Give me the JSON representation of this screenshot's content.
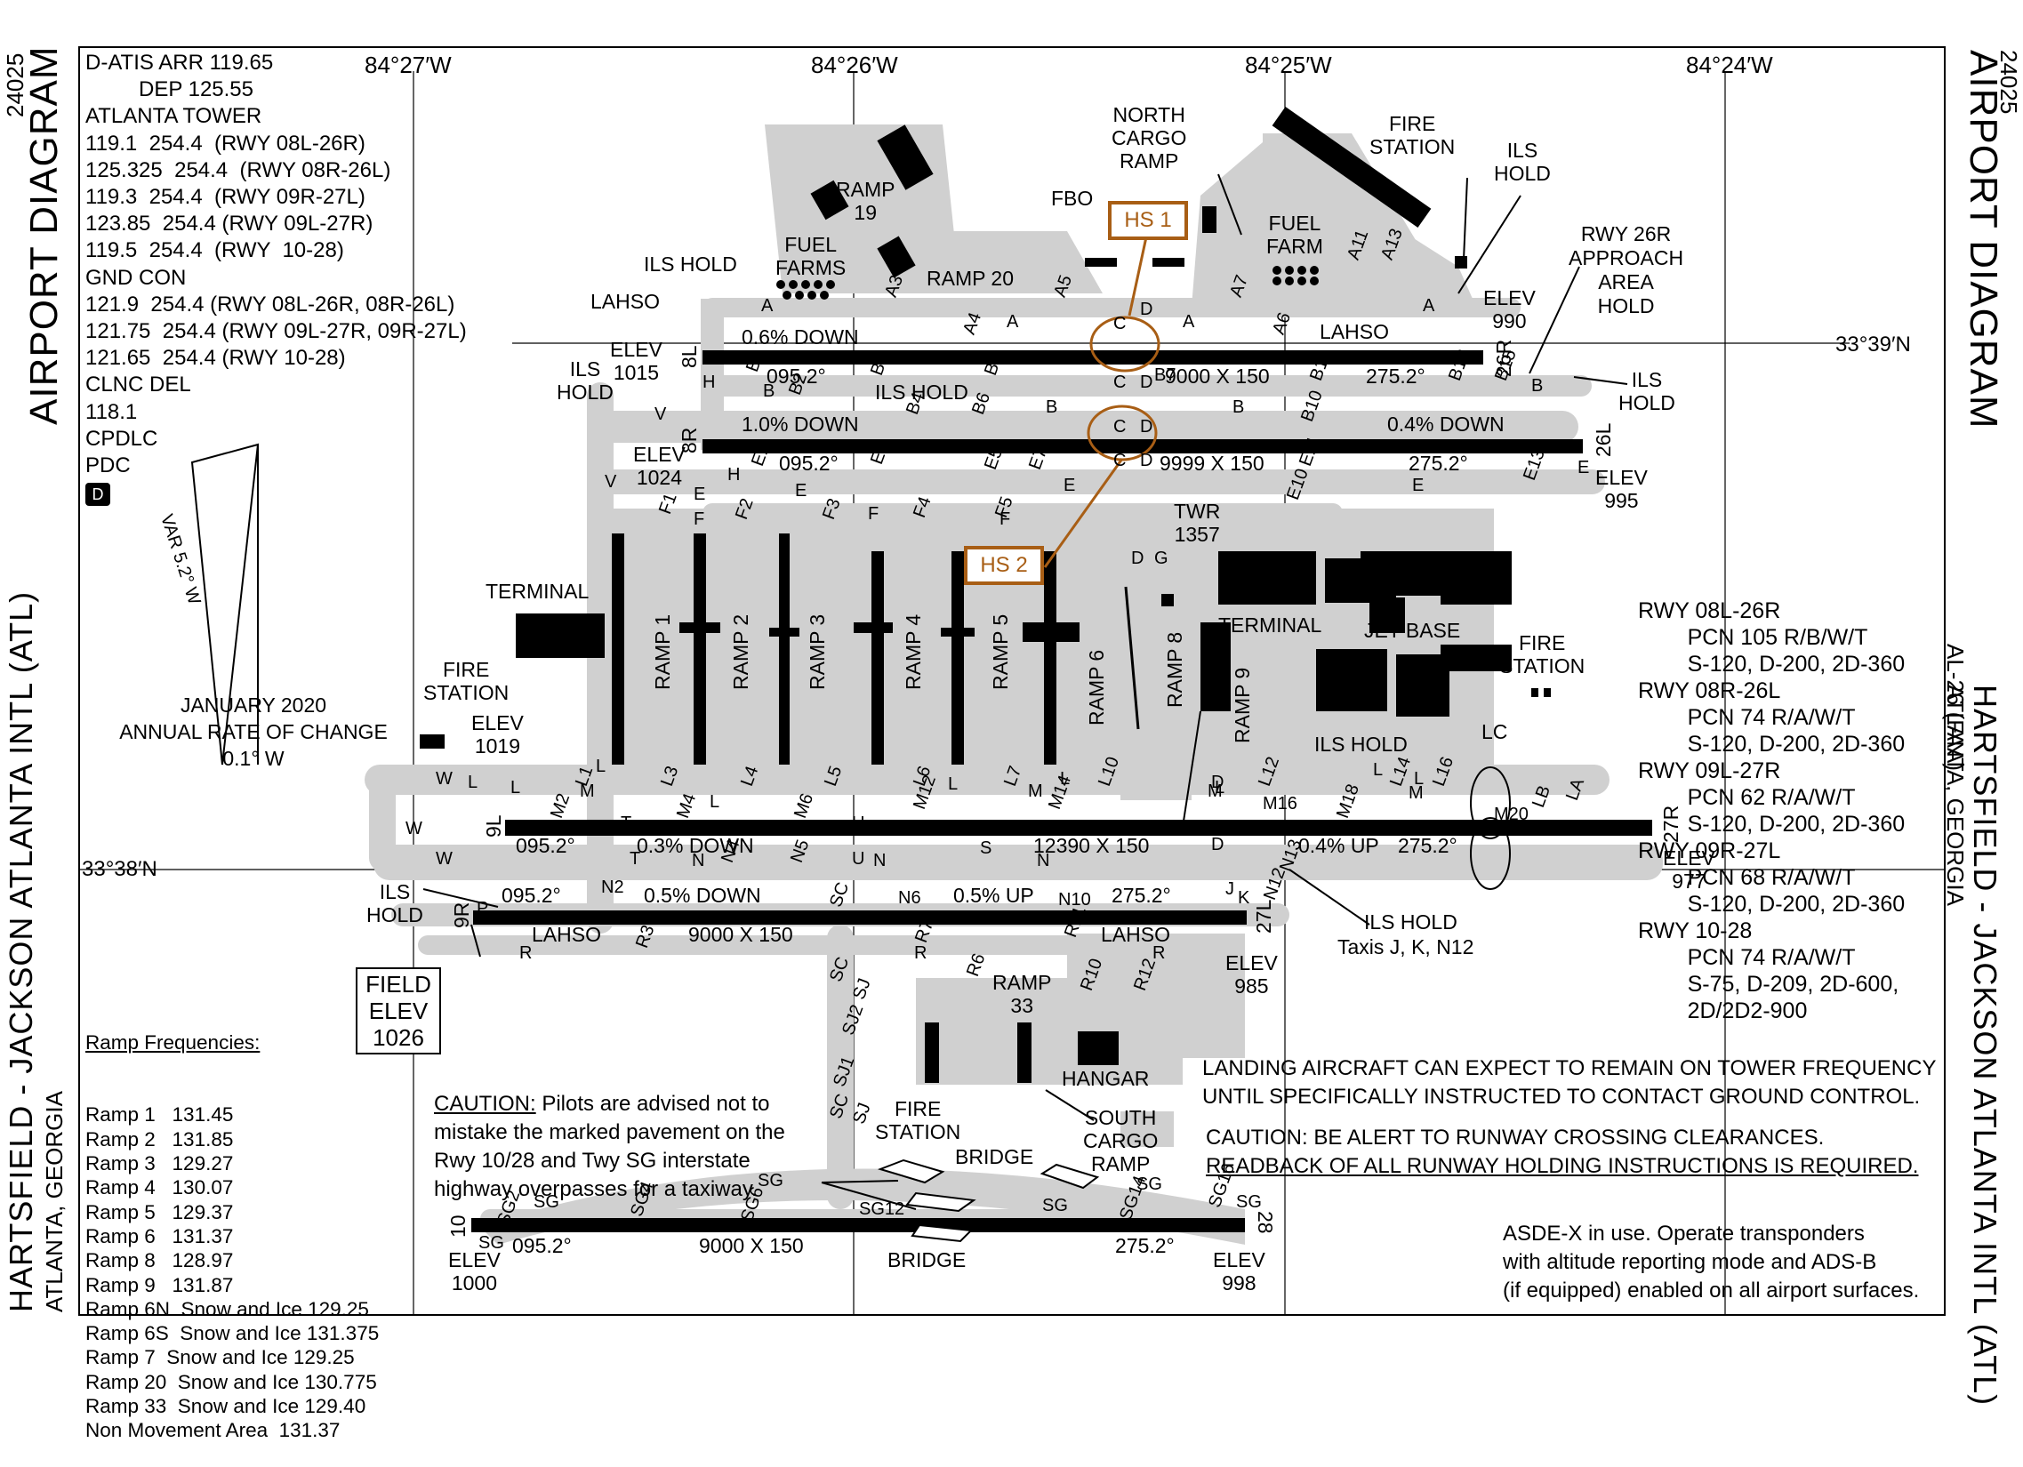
{
  "side": {
    "code_left": "24025",
    "code_right": "24025",
    "title_left": "AIRPORT DIAGRAM",
    "title_right": "AIRPORT DIAGRAM",
    "airport_name": "HARTSFIELD - JACKSON ATLANTA INTL (ATL)",
    "city": "ATLANTA, GEORGIA",
    "doc_id": "AL-26 (FAA)"
  },
  "frequencies": [
    "D-ATIS ARR 119.65",
    "         DEP 125.55",
    "ATLANTA TOWER",
    "119.1  254.4  (RWY 08L-26R)",
    "125.325  254.4  (RWY 08R-26L)",
    "119.3  254.4  (RWY 09R-27L)",
    "123.85  254.4 (RWY 09L-27R)",
    "119.5  254.4  (RWY  10-28)",
    "GND CON",
    "121.9  254.4 (RWY 08L-26R, 08R-26L)",
    "121.75  254.4 (RWY 09L-27R, 09R-27L)",
    "121.65  254.4 (RWY 10-28)",
    "CLNC DEL",
    "118.1",
    "CPDLC",
    "PDC"
  ],
  "d_badge": "D",
  "coords": {
    "lon1": "84°27′W",
    "lon2": "84°26′W",
    "lon3": "84°25′W",
    "lon4": "84°24′W",
    "lat1": "33°39′N",
    "lat2": "33°38′N"
  },
  "variation": {
    "var_label": "VAR 5.2° W",
    "date": "JANUARY 2020",
    "rate_title": "ANNUAL RATE OF CHANGE",
    "rate": "0.1° W"
  },
  "ramp_frequencies": {
    "title": "Ramp Frequencies:",
    "items": [
      "Ramp 1   131.45",
      "Ramp 2   131.85",
      "Ramp 3   129.27",
      "Ramp 4   130.07",
      "Ramp 5   129.37",
      "Ramp 6   131.37",
      "Ramp 8   128.97",
      "Ramp 9   131.87",
      "Ramp 6N  Snow and Ice 129.25",
      "Ramp 6S  Snow and Ice 131.375",
      "Ramp 7  Snow and Ice 129.25",
      "Ramp 20  Snow and Ice 130.775",
      "Ramp 33  Snow and Ice 129.40",
      "Non Movement Area  131.37"
    ]
  },
  "field_elev": {
    "line1": "FIELD",
    "line2": "ELEV",
    "line3": "1026"
  },
  "runway_info": [
    "RWY 08L-26R",
    "        PCN 105 R/B/W/T",
    "        S-120, D-200, 2D-360",
    "RWY 08R-26L",
    "        PCN 74 R/A/W/T",
    "        S-120, D-200, 2D-360",
    "RWY 09L-27R",
    "        PCN 62 R/A/W/T",
    "        S-120, D-200, 2D-360",
    "RWY 09R-27L",
    "        PCN 68 R/A/W/T",
    "        S-120, D-200, 2D-360",
    "RWY 10-28",
    "        PCN 74 R/A/W/T",
    "        S-75, D-209, 2D-600,",
    "        2D/2D2-900"
  ],
  "notes": {
    "landing": "LANDING AIRCRAFT CAN EXPECT TO REMAIN ON TOWER FREQUENCY\nUNTIL SPECIFICALLY INSTRUCTED TO CONTACT GROUND CONTROL.",
    "crossing_1": "CAUTION: BE ALERT TO RUNWAY CROSSING CLEARANCES.",
    "crossing_2": "READBACK OF ALL RUNWAY HOLDING INSTRUCTIONS IS REQUIRED.",
    "asde": "ASDE-X in use. Operate transponders\nwith altitude reporting mode and ADS-B\n(if equipped) enabled on all airport surfaces.",
    "caution_label": "CAUTION:",
    "caution_text": " Pilots are advised not to\nmistake the marked pavement on the\nRwy 10/28 and Twy SG interstate\nhighway overpasses for a taxiway."
  },
  "hotspots": [
    "HS 1",
    "HS 2"
  ],
  "runways": {
    "r1": {
      "end_l": "8L",
      "end_r": "26R",
      "size": "9000 X 150",
      "brg_l": "095.2°",
      "brg_r": "275.2°",
      "slope": "0.6% DOWN"
    },
    "r2": {
      "end_l": "8R",
      "end_r": "26L",
      "size": "9999 X 150",
      "brg_l": "095.2°",
      "brg_r": "275.2°",
      "slope_l": "1.0% DOWN",
      "slope_r": "0.4% DOWN"
    },
    "r3": {
      "end_l": "9L",
      "end_r": "27R",
      "size": "12390 X 150",
      "brg_l": "095.2°",
      "brg_r": "275.2°",
      "slope_l": "0.3% DOWN",
      "slope_r": "0.4% UP"
    },
    "r4": {
      "end_l": "9R",
      "end_r": "27L",
      "size": "9000 X 150",
      "brg_l": "095.2°",
      "brg_r": "275.2°",
      "slope_l": "0.5% DOWN",
      "slope_r": "0.5% UP"
    },
    "r5": {
      "end_l": "10",
      "end_r": "28",
      "size": "9000  X 150",
      "brg_l": "095.2°",
      "brg_r": "275.2°"
    }
  },
  "elevations": {
    "e1015": "ELEV\n1015",
    "e990": "ELEV\n990",
    "e1024": "ELEV\n1024",
    "e995": "ELEV\n995",
    "e1019": "ELEV\n1019",
    "e977": "ELEV\n977",
    "e985": "ELEV\n985",
    "e1000": "ELEV\n1000",
    "e998": "ELEV\n998"
  },
  "labels": {
    "terminal": "TERMINAL",
    "terminal2": "TERMINAL",
    "jet_base": "JET BASE",
    "fire_station": "FIRE\nSTATION",
    "fire_station_top": "FIRE\nSTATION",
    "fire_station_e": "FIRE\nSTATION",
    "fire_station_s": "FIRE\nSTATION",
    "fuel_farms": "FUEL\nFARMS",
    "fuel_farm": "FUEL\nFARM",
    "north_cargo": "NORTH\nCARGO\nRAMP",
    "south_cargo": "SOUTH\nCARGO\nRAMP",
    "hangar": "HANGAR",
    "fbo": "FBO",
    "twr": "TWR\n1357",
    "ramp19": "RAMP\n19",
    "ramp20": "RAMP 20",
    "ramp33": "RAMP\n33",
    "ramps": [
      "RAMP 1",
      "RAMP 2",
      "RAMP 3",
      "RAMP 4",
      "RAMP 5",
      "RAMP 6",
      "RAMP 8",
      "RAMP 9"
    ],
    "ils_hold": "ILS HOLD",
    "ils_hold_2": "ILS\nHOLD",
    "ils_hold_3": "ILS\nHOLD",
    "ils_hold_4": "ILS\nHOLD",
    "ils_hold_5": "ILS\nHOLD",
    "ils_hold_6": "ILS HOLD",
    "ils_hold_7": "ILS HOLD",
    "ils_hold_8": "ILS HOLD",
    "taxis": "Taxis J, K, N12",
    "rwy26r_hold": "RWY 26R\nAPPROACH\nAREA\nHOLD",
    "lahso": "LAHSO",
    "lahso_2": "LAHSO",
    "lahso_3": "LAHSO",
    "lahso_4": "LAHSO",
    "bridge": "BRIDGE",
    "bridge_2": "BRIDGE",
    "lc": "LC"
  },
  "taxiways": [
    "A",
    "A3",
    "A4",
    "A5",
    "A6",
    "A7",
    "A11",
    "A13",
    "B",
    "B1",
    "B2",
    "B3",
    "B4",
    "B5",
    "B6",
    "B7",
    "B10",
    "B11",
    "B13",
    "B15",
    "C",
    "D",
    "E",
    "E1",
    "E3",
    "E5",
    "E7",
    "E10",
    "E11",
    "E13",
    "F",
    "F1",
    "F2",
    "F3",
    "F4",
    "F5",
    "G",
    "H",
    "L",
    "L4",
    "L5",
    "L6",
    "L7",
    "L10",
    "L12",
    "L14",
    "L16",
    "LA",
    "LB",
    "M",
    "M2",
    "L1",
    "M4",
    "L3",
    "M6",
    "M12",
    "M14",
    "M16",
    "M18",
    "M20",
    "N",
    "N2",
    "N4",
    "N5",
    "N6",
    "N10",
    "N12",
    "N13",
    "P",
    "R",
    "R3",
    "R6",
    "R7",
    "R10",
    "R11",
    "R12",
    "S",
    "SC",
    "SG",
    "SG2",
    "SG4",
    "SG6",
    "SG12",
    "SG14",
    "SG16",
    "SJ",
    "SJ1",
    "SJ2",
    "T",
    "U",
    "V",
    "W",
    "J",
    "K"
  ]
}
